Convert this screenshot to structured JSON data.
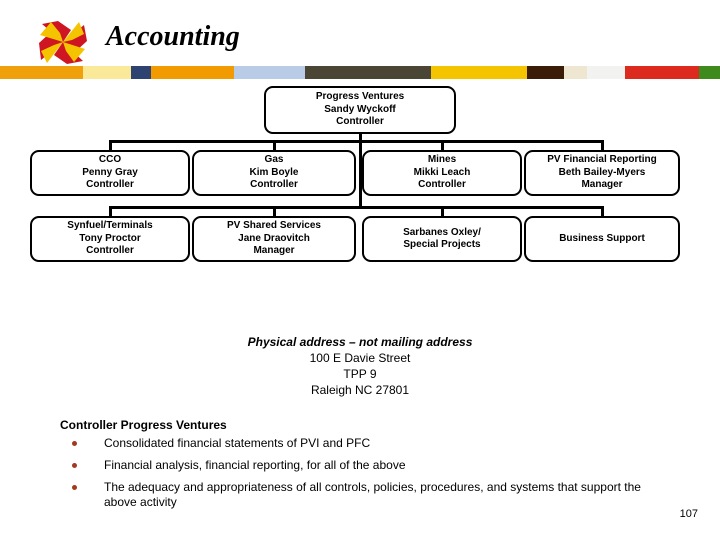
{
  "header": {
    "title": "Accounting",
    "logo_name": "progress-energy-pinwheel-logo",
    "colorbar": [
      {
        "color": "#EFA00B",
        "width": 90
      },
      {
        "color": "#FBE99A",
        "width": 52
      },
      {
        "color": "#2E4372",
        "width": 22
      },
      {
        "color": "#F29B00",
        "width": 90
      },
      {
        "color": "#B9CCE7",
        "width": 76
      },
      {
        "color": "#4B4535",
        "width": 137
      },
      {
        "color": "#F5C400",
        "width": 104
      },
      {
        "color": "#3B1C08",
        "width": 40
      },
      {
        "color": "#EFE6D2",
        "width": 25
      },
      {
        "color": "#F2F2F0",
        "width": 41
      },
      {
        "color": "#DC2A1E",
        "width": 80
      },
      {
        "color": "#3E8A1C",
        "width": 23
      }
    ]
  },
  "chart_data": {
    "type": "org-chart",
    "title": "Accounting",
    "root": {
      "id": "progress-ventures",
      "lines": [
        "Progress Ventures",
        "Sandy Wyckoff",
        "Controller"
      ]
    },
    "rows": [
      {
        "row": 1,
        "nodes": [
          {
            "id": "cco",
            "lines": [
              "CCO",
              "Penny Gray",
              "Controller"
            ]
          },
          {
            "id": "gas",
            "lines": [
              "Gas",
              "Kim Boyle",
              "Controller"
            ]
          },
          {
            "id": "mines",
            "lines": [
              "Mines",
              "Mikki Leach",
              "Controller"
            ]
          },
          {
            "id": "pv-financial-reporting",
            "lines": [
              "PV Financial Reporting",
              "Beth Bailey-Myers",
              "Manager"
            ]
          }
        ]
      },
      {
        "row": 2,
        "nodes": [
          {
            "id": "synfuel-terminals",
            "lines": [
              "Synfuel/Terminals",
              "Tony Proctor",
              "Controller"
            ]
          },
          {
            "id": "pv-shared-services",
            "lines": [
              "PV Shared Services",
              "Jane Draovitch",
              "Manager"
            ]
          },
          {
            "id": "sarbanes-oxley",
            "lines": [
              "Sarbanes Oxley/",
              "Special Projects"
            ]
          },
          {
            "id": "business-support",
            "lines": [
              "Business Support"
            ]
          }
        ]
      }
    ]
  },
  "address": {
    "heading": "Physical address – not mailing address",
    "lines": [
      "100 E Davie Street",
      "TPP 9",
      "Raleigh NC 27801"
    ]
  },
  "responsibilities": {
    "heading": "Controller  Progress Ventures",
    "bullet_color": "#A33A1E",
    "items": [
      "Consolidated financial statements of PVI and PFC",
      "Financial analysis, financial reporting, for all of the above",
      "The adequacy and appropriateness of all controls, policies, procedures, and systems that support the above activity"
    ]
  },
  "footer": {
    "page_number": "107"
  }
}
